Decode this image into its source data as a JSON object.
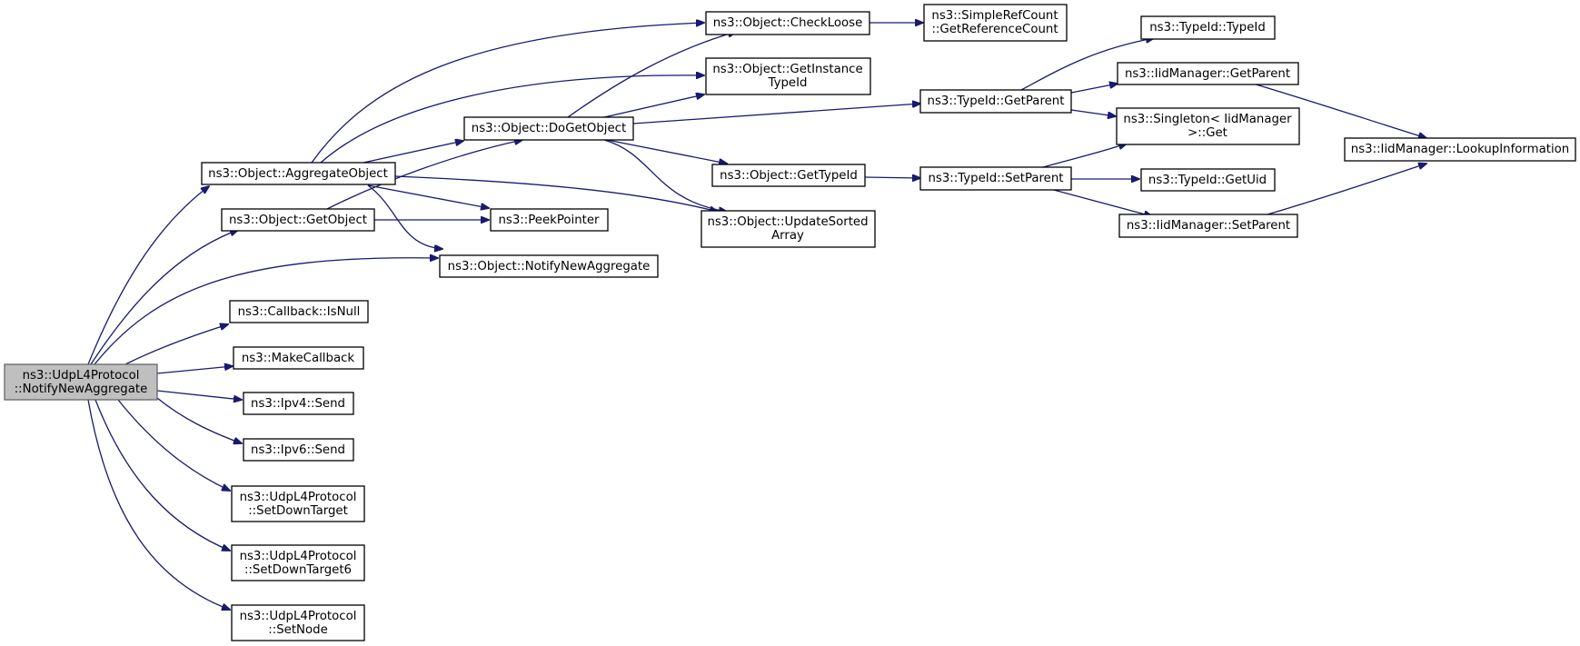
{
  "colors": {
    "edge": "#191970",
    "root_fill": "#bfbfbf",
    "node_fill": "#ffffff",
    "border": "#000000"
  },
  "nodes": {
    "root": [
      "ns3::UdpL4Protocol",
      "::NotifyNewAggregate"
    ],
    "aggregate": [
      "ns3::Object::AggregateObject"
    ],
    "getobject": [
      "ns3::Object::GetObject"
    ],
    "notifynew": [
      "ns3::Object::NotifyNewAggregate"
    ],
    "isnull": [
      "ns3::Callback::IsNull"
    ],
    "makecb": [
      "ns3::MakeCallback"
    ],
    "ipv4send": [
      "ns3::Ipv4::Send"
    ],
    "ipv6send": [
      "ns3::Ipv6::Send"
    ],
    "setdown": [
      "ns3::UdpL4Protocol",
      "::SetDownTarget"
    ],
    "setdown6": [
      "ns3::UdpL4Protocol",
      "::SetDownTarget6"
    ],
    "setnode": [
      "ns3::UdpL4Protocol",
      "::SetNode"
    ],
    "dogetobject": [
      "ns3::Object::DoGetObject"
    ],
    "peek": [
      "ns3::PeekPointer"
    ],
    "checkloose": [
      "ns3::Object::CheckLoose"
    ],
    "getinst": [
      "ns3::Object::GetInstance",
      "TypeId"
    ],
    "gettypeid": [
      "ns3::Object::GetTypeId"
    ],
    "updsorted": [
      "ns3::Object::UpdateSorted",
      "Array"
    ],
    "refcount": [
      "ns3::SimpleRefCount",
      "::GetReferenceCount"
    ],
    "tidgetparent": [
      "ns3::TypeId::GetParent"
    ],
    "tidsetparent": [
      "ns3::TypeId::SetParent"
    ],
    "tidtypeid": [
      "ns3::TypeId::TypeId"
    ],
    "iidgetparent": [
      "ns3::IidManager::GetParent"
    ],
    "singleton": [
      "ns3::Singleton< IidManager",
      ">::Get"
    ],
    "getuid": [
      "ns3::TypeId::GetUid"
    ],
    "iidsetparent": [
      "ns3::IidManager::SetParent"
    ],
    "lookup": [
      "ns3::IidManager::LookupInformation"
    ]
  }
}
